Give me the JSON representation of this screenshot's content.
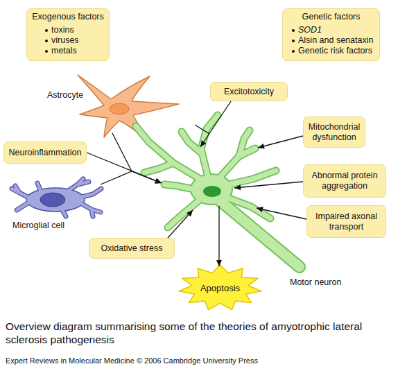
{
  "diagram": {
    "caption": "Overview diagram summarising some of the theories of amyotrophic lateral sclerosis pathogenesis",
    "nodes": [
      {
        "text": [
          "Exogenous factors",
          "toxins",
          "viruses",
          "metals"
        ]
      },
      {
        "text": [
          "Genetic factors",
          "SOD1",
          "Alsin and senataxin",
          "Genetic risk factors"
        ]
      },
      {
        "text": [
          "Astrocyte"
        ]
      },
      {
        "text": [
          "Excitotoxicity"
        ]
      },
      {
        "text": [
          "Mitochondrial dysfunction"
        ]
      },
      {
        "text": [
          "Neuroinflammation"
        ]
      },
      {
        "text": [
          "Abnormal protein aggregation"
        ]
      },
      {
        "text": [
          "Microglial cell"
        ]
      },
      {
        "text": [
          "Impaired axonal transport"
        ]
      },
      {
        "text": [
          "Oxidative stress"
        ]
      },
      {
        "text": [
          "Motor neuron"
        ]
      },
      {
        "text": [
          "Apoptosis"
        ]
      }
    ],
    "edges": [
      {
        "from": 3,
        "to": 10,
        "arrow": "to"
      },
      {
        "from": 4,
        "to": 10,
        "arrow": "to"
      },
      {
        "from": 2,
        "to": 10,
        "arrow": "to"
      },
      {
        "from": 5,
        "to": 10,
        "arrow": "to"
      },
      {
        "from": 7,
        "to": 10,
        "arrow": "to"
      },
      {
        "from": 6,
        "to": 10,
        "arrow": "to"
      },
      {
        "from": 8,
        "to": 10,
        "arrow": "to"
      },
      {
        "from": 9,
        "to": 10,
        "arrow": "to"
      },
      {
        "from": 10,
        "to": 11,
        "arrow": "to"
      }
    ],
    "labels": [
      "Expert Reviews in Molecular Medicine © 2006 Cambridge University Press"
    ]
  }
}
